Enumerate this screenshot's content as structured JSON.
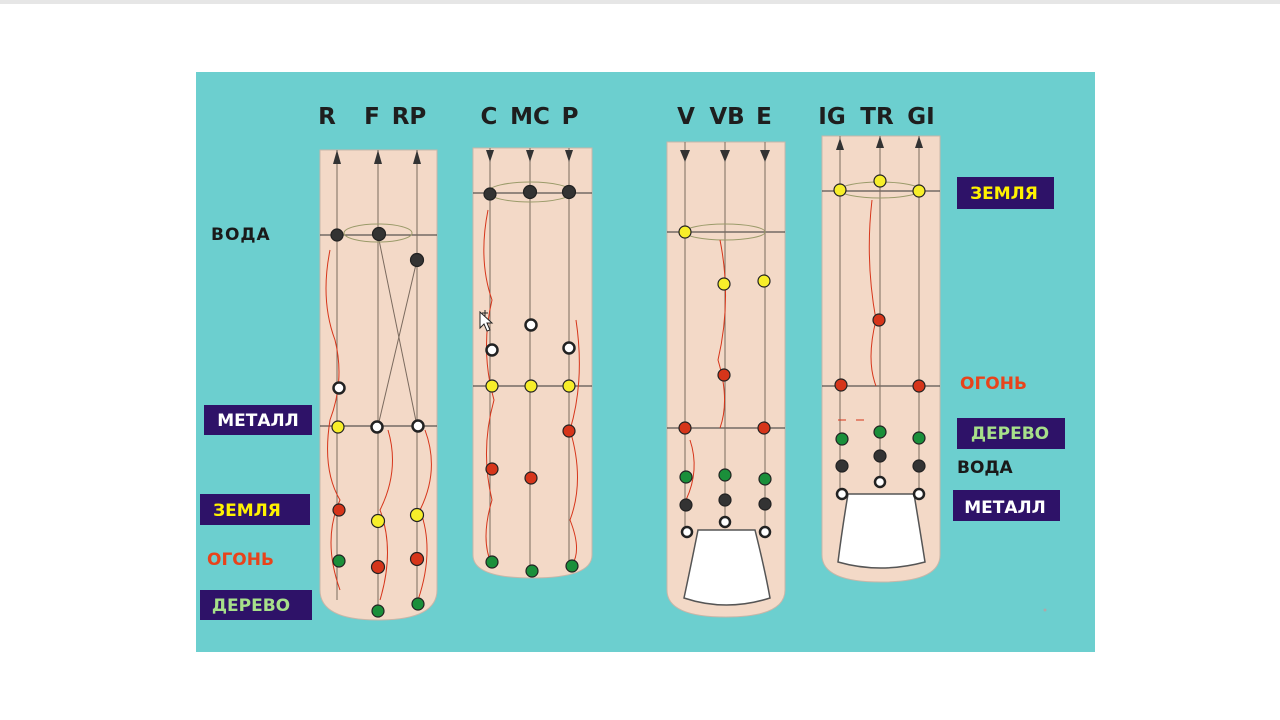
{
  "colors": {
    "background": "#6ccfcf",
    "finger": "#f3d9c7",
    "label_box": "#2e1268",
    "earth_text": "#fff200",
    "metal_text": "#ffffff",
    "fire_text": "#e8431b",
    "wood_text": "#a7e08a",
    "water_text": "#1a1a1a",
    "dot_red": "#d6351a",
    "dot_yellow": "#f7ee2a",
    "dot_green": "#1a8f3a",
    "dot_black": "#333333",
    "dot_white": "#ffffff"
  },
  "fingers": [
    {
      "id": "f1",
      "heading": [
        "R",
        "F",
        "RP"
      ],
      "arrows": "up"
    },
    {
      "id": "f2",
      "heading": [
        "C",
        "MC",
        "P"
      ],
      "arrows": "down"
    },
    {
      "id": "f3",
      "heading": [
        "V",
        "VB",
        "E"
      ],
      "arrows": "down"
    },
    {
      "id": "f4",
      "heading": [
        "IG",
        "TR",
        "GI"
      ],
      "arrows": "up"
    }
  ],
  "labels": {
    "left_water": "ВОДА",
    "left_metal": "МЕТАЛЛ",
    "left_earth": "ЗЕМЛЯ",
    "left_fire": "ОГОНЬ",
    "left_wood": "ДЕРЕВО",
    "right_earth": "ЗЕМЛЯ",
    "right_fire": "ОГОНЬ",
    "right_wood": "ДЕРЕВО",
    "right_water": "ВОДА",
    "right_metal": "МЕТАЛЛ"
  }
}
